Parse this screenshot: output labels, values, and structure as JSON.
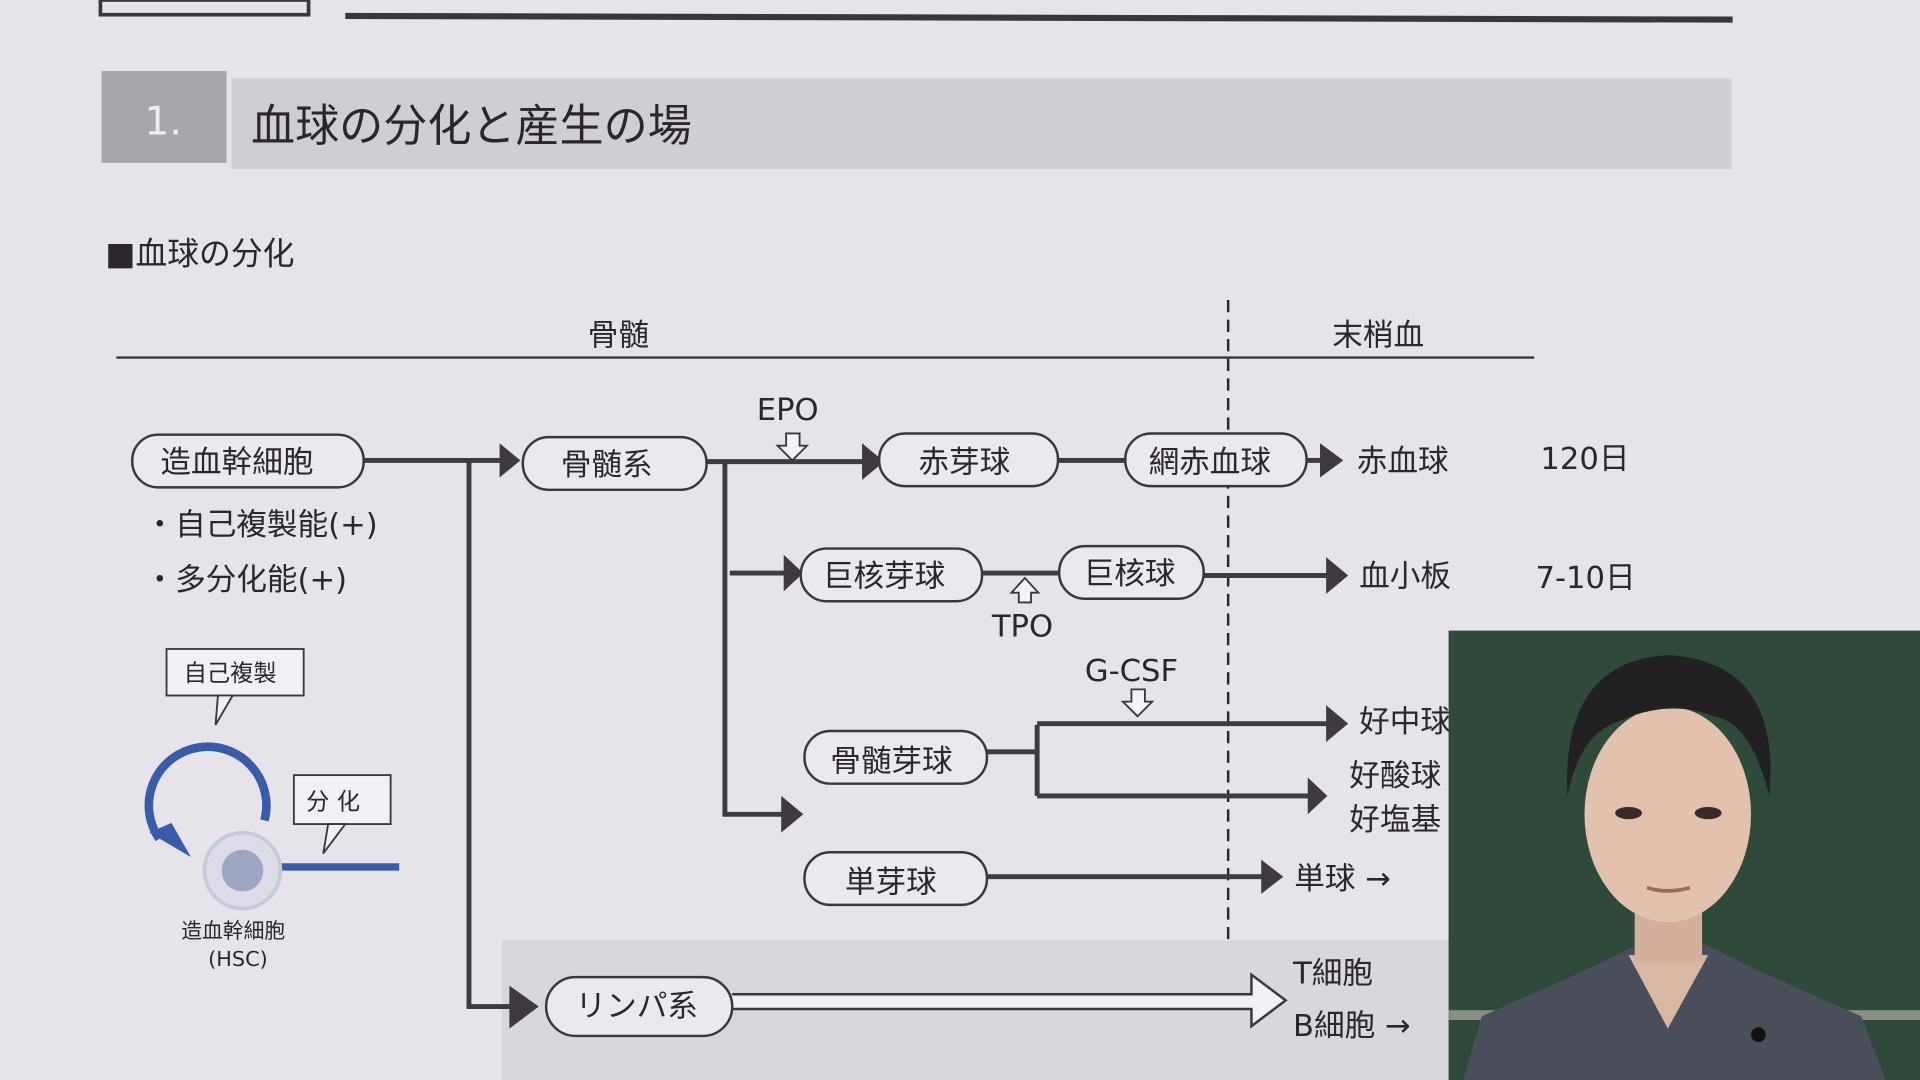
{
  "section": {
    "number": "1.",
    "title": "血球の分化と産生の場"
  },
  "subsection": "■血球の分化",
  "regions": {
    "marrow": "骨髄",
    "peripheral": "末梢血"
  },
  "nodes": {
    "hsc": "造血幹細胞",
    "myeloid": "骨髄系",
    "erythroblast": "赤芽球",
    "reticulocyte": "網赤血球",
    "megakaryoblast": "巨核芽球",
    "megakaryocyte": "巨核球",
    "myeloblast": "骨髄芽球",
    "monoblast": "単芽球",
    "lymphoid": "リンパ系"
  },
  "properties": [
    "・自己複製能(+)",
    "・多分化能(+)"
  ],
  "factors": {
    "epo": "EPO",
    "tpo": "TPO",
    "gcsf": "G-CSF"
  },
  "outputs": {
    "rbc": "赤血球",
    "rbc_life": "120日",
    "platelet": "血小板",
    "platelet_life": "7-10日",
    "neutrophil": "好中球",
    "eosinophil": "好酸球",
    "basophil": "好塩基",
    "monocyte": "単球 →",
    "t_cell": "T細胞",
    "b_cell": "B細胞 →"
  },
  "illustration": {
    "self_renewal": "自己複製",
    "differentiation": "分 化",
    "cell_label": "造血幹細胞",
    "cell_abbr": "(HSC)"
  },
  "colors": {
    "accent_blue": "#3a5ca8",
    "chalkboard": "#2f4a3a"
  }
}
